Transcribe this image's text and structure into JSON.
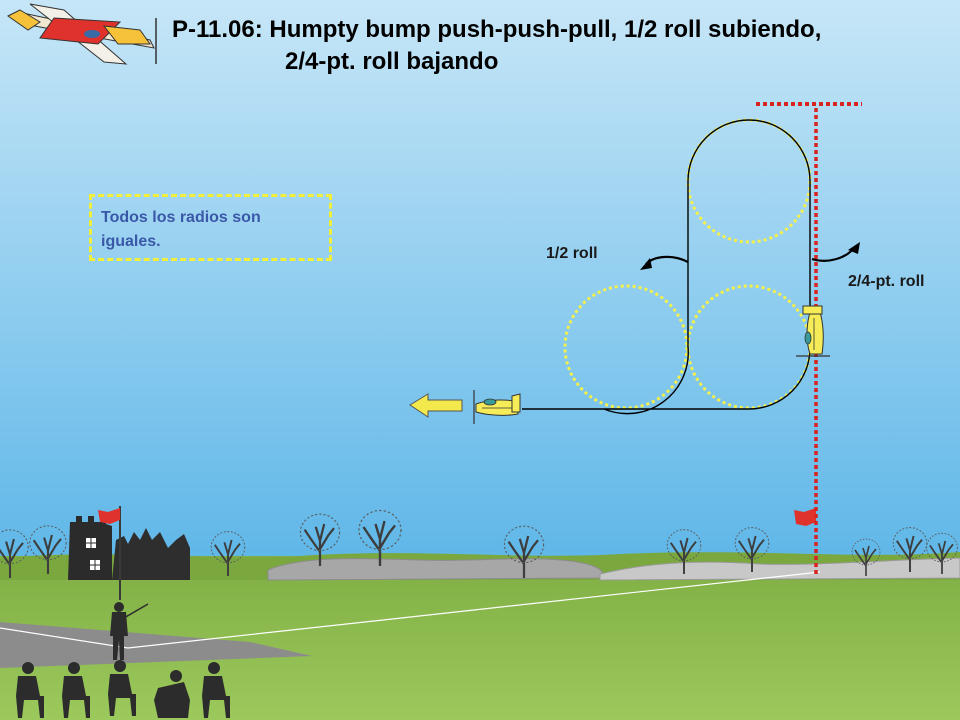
{
  "title": {
    "line1": "P-11.06: Humpty bump push-push-pull, 1/2 roll subiendo,",
    "line2": "2/4-pt. roll bajando"
  },
  "note": {
    "text": "Todos los radios son iguales."
  },
  "labels": {
    "half_roll": "1/2 roll",
    "four_point_roll": "2/4-pt. roll"
  },
  "colors": {
    "sky_top": "#c6e6f7",
    "sky_bottom": "#5fb7e8",
    "ground": "#86b64a",
    "runway": "#8a8a8a",
    "flight_path": "#000000",
    "circle_dotted": "#f5f04a",
    "judge_line": "#d8231f",
    "arrow_fill": "#f4e94c",
    "plane_body": "#f6ec58",
    "flag": "#e0322c",
    "silhouette": "#2c2c2c",
    "note_text": "#3a58a8",
    "note_border": "#f2ef3a"
  },
  "icons": {
    "logo": "aerobatic-airplane-icon",
    "direction": "left-arrow-icon",
    "plane_horizontal": "airplane-icon",
    "plane_vertical": "airplane-icon",
    "flag": "flag-icon",
    "pilot": "pilot-silhouette-icon",
    "judges": "judge-silhouette-icon",
    "tree": "tree-icon",
    "castle": "castle-icon"
  }
}
